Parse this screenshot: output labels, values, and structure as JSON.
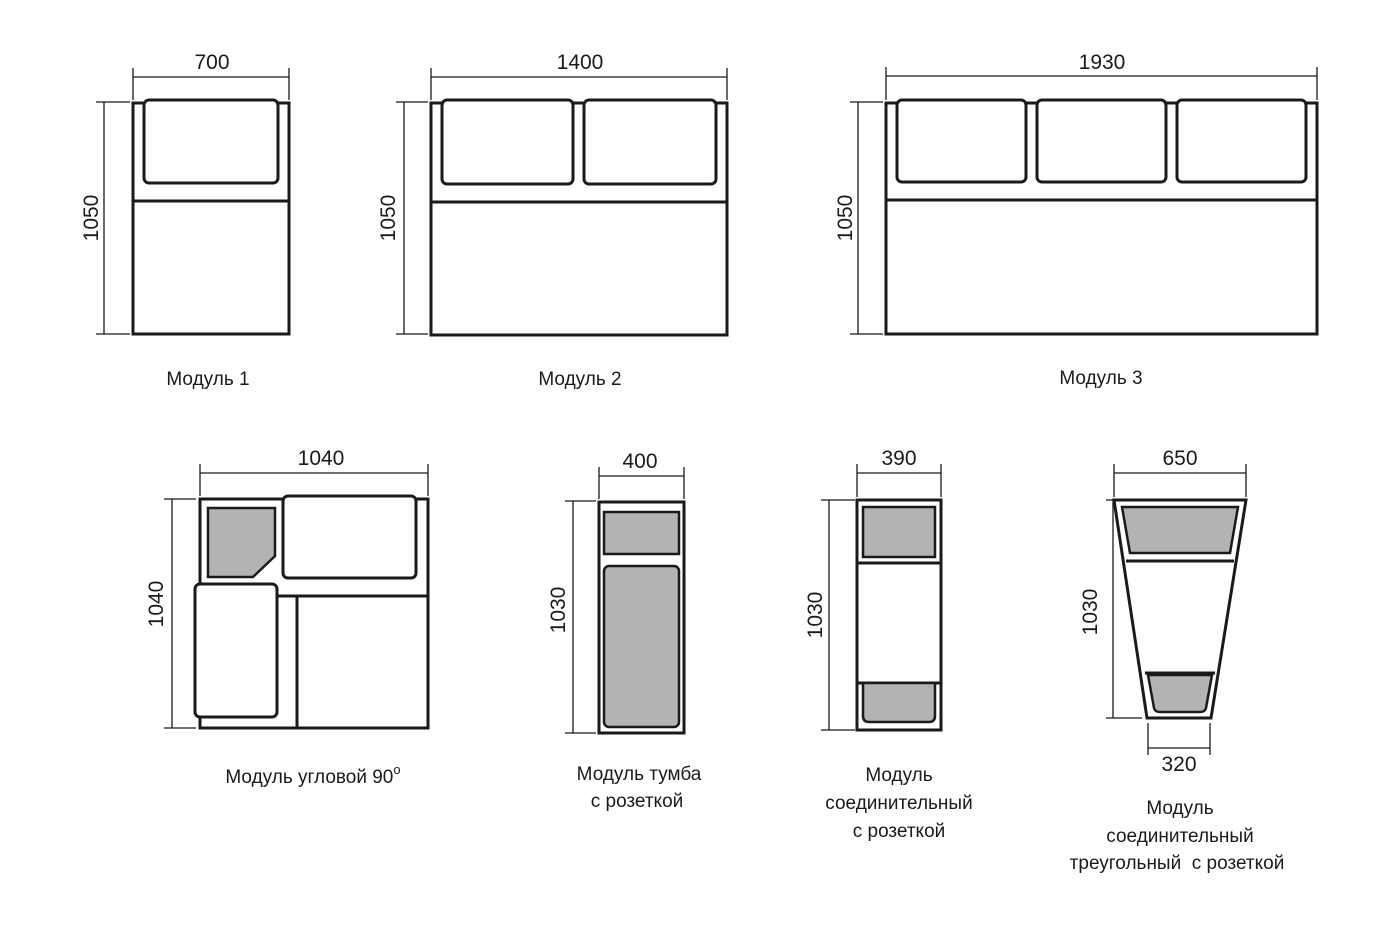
{
  "modules": [
    {
      "id": "m1",
      "width": "700",
      "height": "1050",
      "caption": [
        "Модуль 1"
      ]
    },
    {
      "id": "m2",
      "width": "1400",
      "height": "1050",
      "caption": [
        "Модуль 2"
      ]
    },
    {
      "id": "m3",
      "width": "1930",
      "height": "1050",
      "caption": [
        "Модуль 3"
      ]
    },
    {
      "id": "corner",
      "width": "1040",
      "height": "1040",
      "caption": [
        "Модуль угловой 90",
        "о"
      ]
    },
    {
      "id": "tumba",
      "width": "400",
      "height": "1030",
      "caption": [
        "Модуль тумба",
        "с розеткой"
      ]
    },
    {
      "id": "connector",
      "width": "390",
      "height": "1030",
      "caption": [
        "Модуль",
        "соединительный",
        "с розеткой"
      ]
    },
    {
      "id": "triangle",
      "width": "650",
      "height": "1030",
      "bottom_width": "320",
      "caption": [
        "Модуль",
        "соединительный",
        "треугольный  с розеткой"
      ]
    }
  ],
  "colors": {
    "line": "#1a1a1a",
    "fill_grey": "#b3b3b3",
    "background": "#ffffff"
  }
}
